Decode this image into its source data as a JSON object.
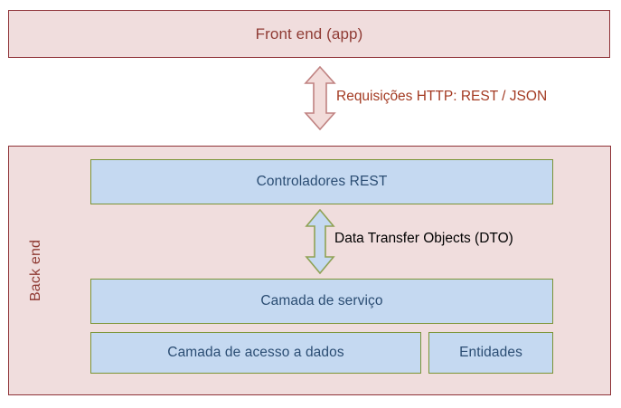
{
  "diagram": {
    "title": "Front end / Back end layered architecture",
    "frontend": {
      "label": "Front end (app)",
      "fill": "#f0dddd",
      "border": "#8f3338",
      "text_color": "#8f3b34"
    },
    "backend": {
      "side_label": "Back end",
      "fill": "#f0dddd",
      "border": "#8f3338",
      "text_color": "#8f3b34",
      "layers": [
        {
          "name": "controllers",
          "label": "Controladores  REST"
        },
        {
          "name": "service",
          "label": "Camada de serviço"
        },
        {
          "name": "data-access",
          "label": "Camada de acesso a dados"
        },
        {
          "name": "entities",
          "label": "Entidades"
        }
      ],
      "layer_fill": "#c5d9f1",
      "layer_border": "#7b9435",
      "layer_text_color": "#2b4d73"
    },
    "connectors": [
      {
        "name": "http-connector",
        "icon": "double-headed-vertical-arrow-icon",
        "caption": "Requisições HTTP: REST / JSON",
        "fill": "#f2dcda",
        "stroke": "#c08281",
        "caption_color": "#a33a22"
      },
      {
        "name": "dto-connector",
        "icon": "double-headed-vertical-arrow-icon",
        "caption": "Data Transfer  Objects (DTO)",
        "fill": "#c5d9f1",
        "stroke": "#8fa255",
        "caption_color": "#2b4d73"
      }
    ]
  }
}
